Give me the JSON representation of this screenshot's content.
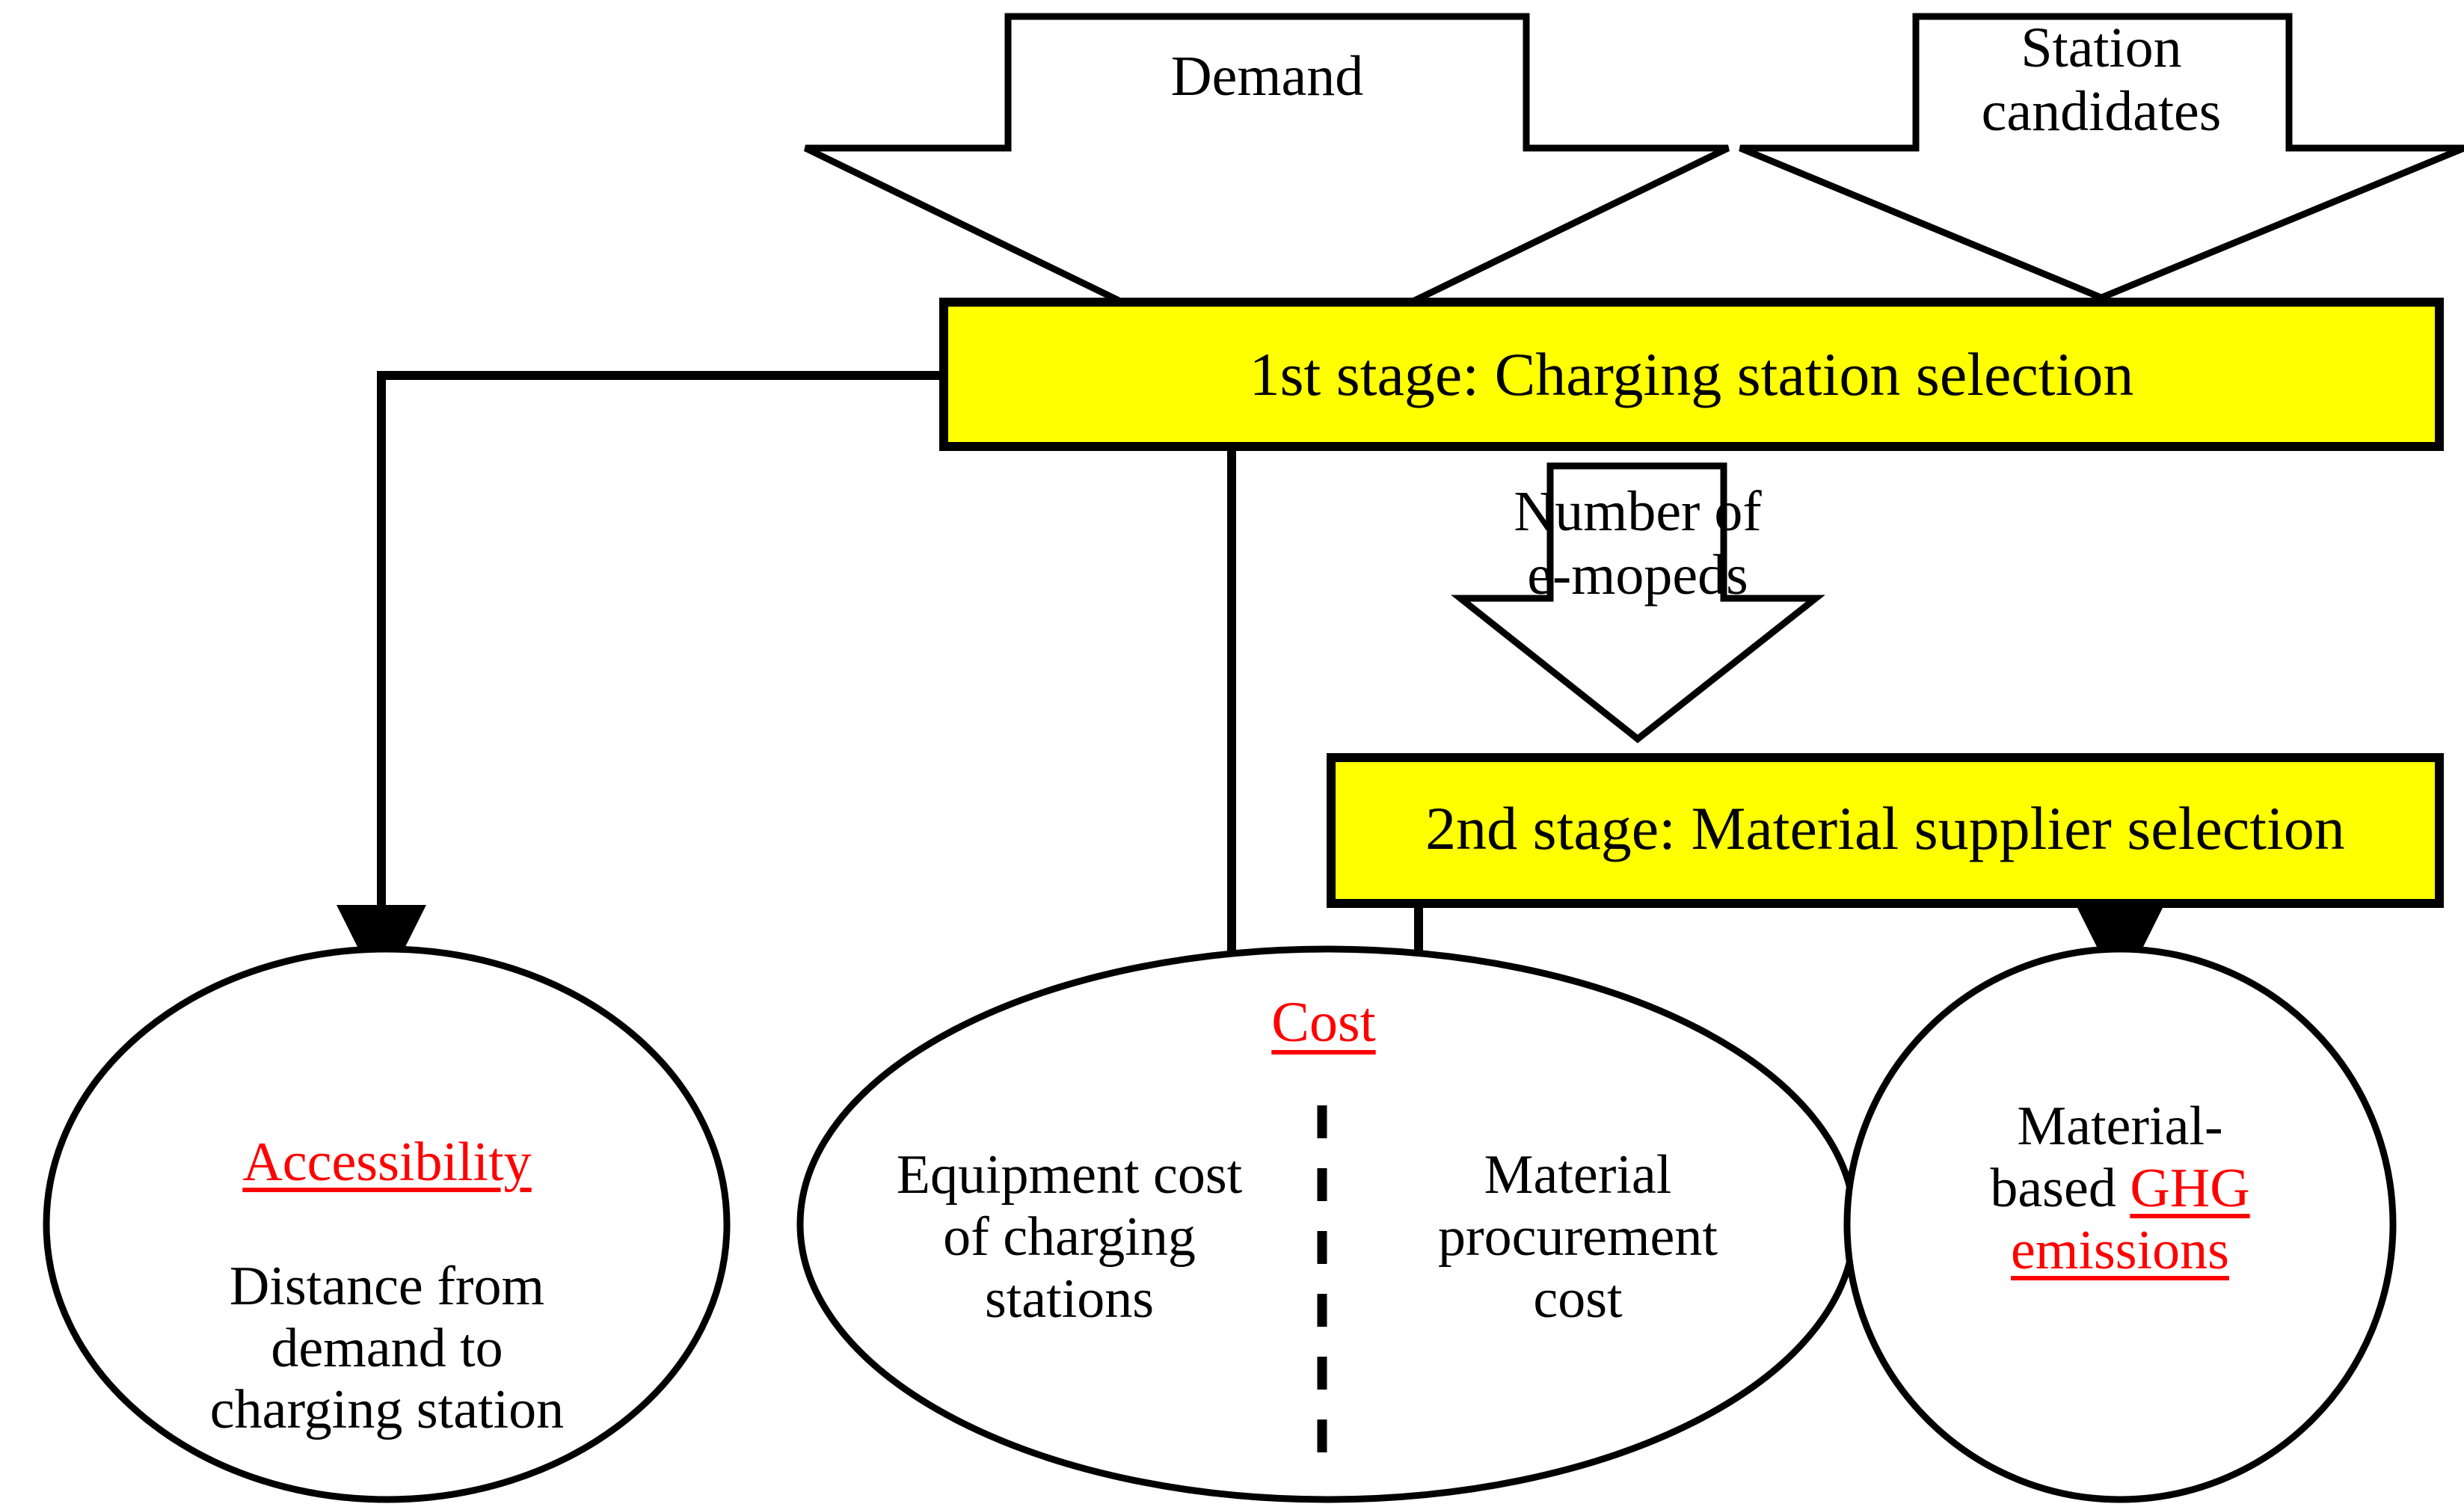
{
  "diagram": {
    "title": "Two-stage e-moped charging station and material supplier selection framework",
    "colors": {
      "stage_fill": "#ffff00",
      "stroke": "#000000",
      "highlight": "#ff0000",
      "background": "#ffffff"
    },
    "inputs": [
      {
        "id": "demand",
        "label": "Demand"
      },
      {
        "id": "station-candidates",
        "label": "Station\ncandidates"
      },
      {
        "id": "number-of-e-mopeds",
        "label": "Number of\ne-mopeds"
      }
    ],
    "stages": [
      {
        "id": "stage-1",
        "label": "1st stage: Charging station selection"
      },
      {
        "id": "stage-2",
        "label": "2nd stage: Material supplier selection"
      }
    ],
    "objectives": [
      {
        "id": "accessibility",
        "highlight": "Accessibility",
        "body": "Distance from\ndemand to\ncharging station"
      },
      {
        "id": "equipment-cost",
        "highlight": "",
        "body": "Equipment cost\nof charging\nstations"
      },
      {
        "id": "material-procurement-cost",
        "highlight": "",
        "body": "Material\nprocurement\ncost"
      },
      {
        "id": "ghg-emissions",
        "prefix": "Material-\nbased ",
        "highlight_1": "GHG",
        "highlight_2": "emissions"
      }
    ],
    "group_labels": [
      {
        "id": "cost",
        "label": "Cost"
      }
    ]
  }
}
